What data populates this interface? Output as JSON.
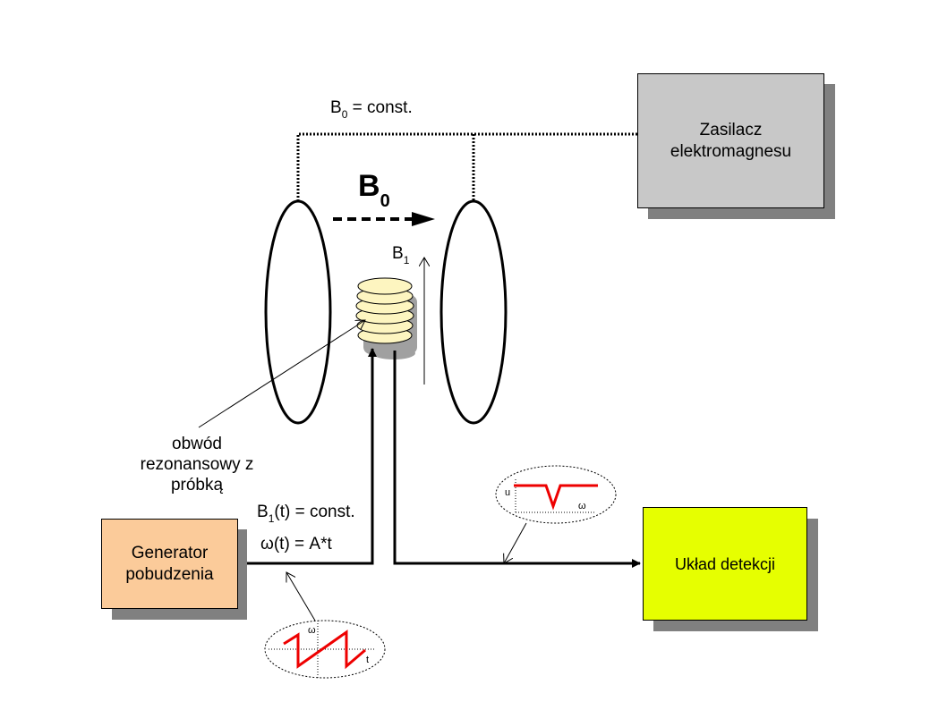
{
  "b0_const": {
    "symbol": "B",
    "subscript": "0",
    "rest": " = const."
  },
  "b0_main": {
    "symbol": "B",
    "subscript": "0"
  },
  "b1_field": {
    "symbol": "B",
    "subscript": "1"
  },
  "power_supply": {
    "line1": "Zasilacz",
    "line2": "elektromagnesu",
    "fill": "#c8c8c8"
  },
  "generator": {
    "line1": "Generator",
    "line2": "pobudzenia",
    "fill": "#fbcb9a"
  },
  "detector": {
    "label": "Układ detekcji",
    "fill": "#e6ff00"
  },
  "sample_label": {
    "line1": "obwód",
    "line2": "rezonansowy z",
    "line3": "próbką"
  },
  "b1t_label": {
    "symbol": "B",
    "subscript": "1",
    "rest": "(t) = const."
  },
  "omega_label": {
    "text": "ω(t) = A*t"
  },
  "detector_inset": {
    "y_axis": "u",
    "x_axis": "ω"
  },
  "generator_inset": {
    "y_axis": "ω",
    "x_axis": "t"
  },
  "colors": {
    "signal": "#ee0000",
    "coil": "#fdf5c0",
    "coil_shadow": "#a0a0a0"
  }
}
